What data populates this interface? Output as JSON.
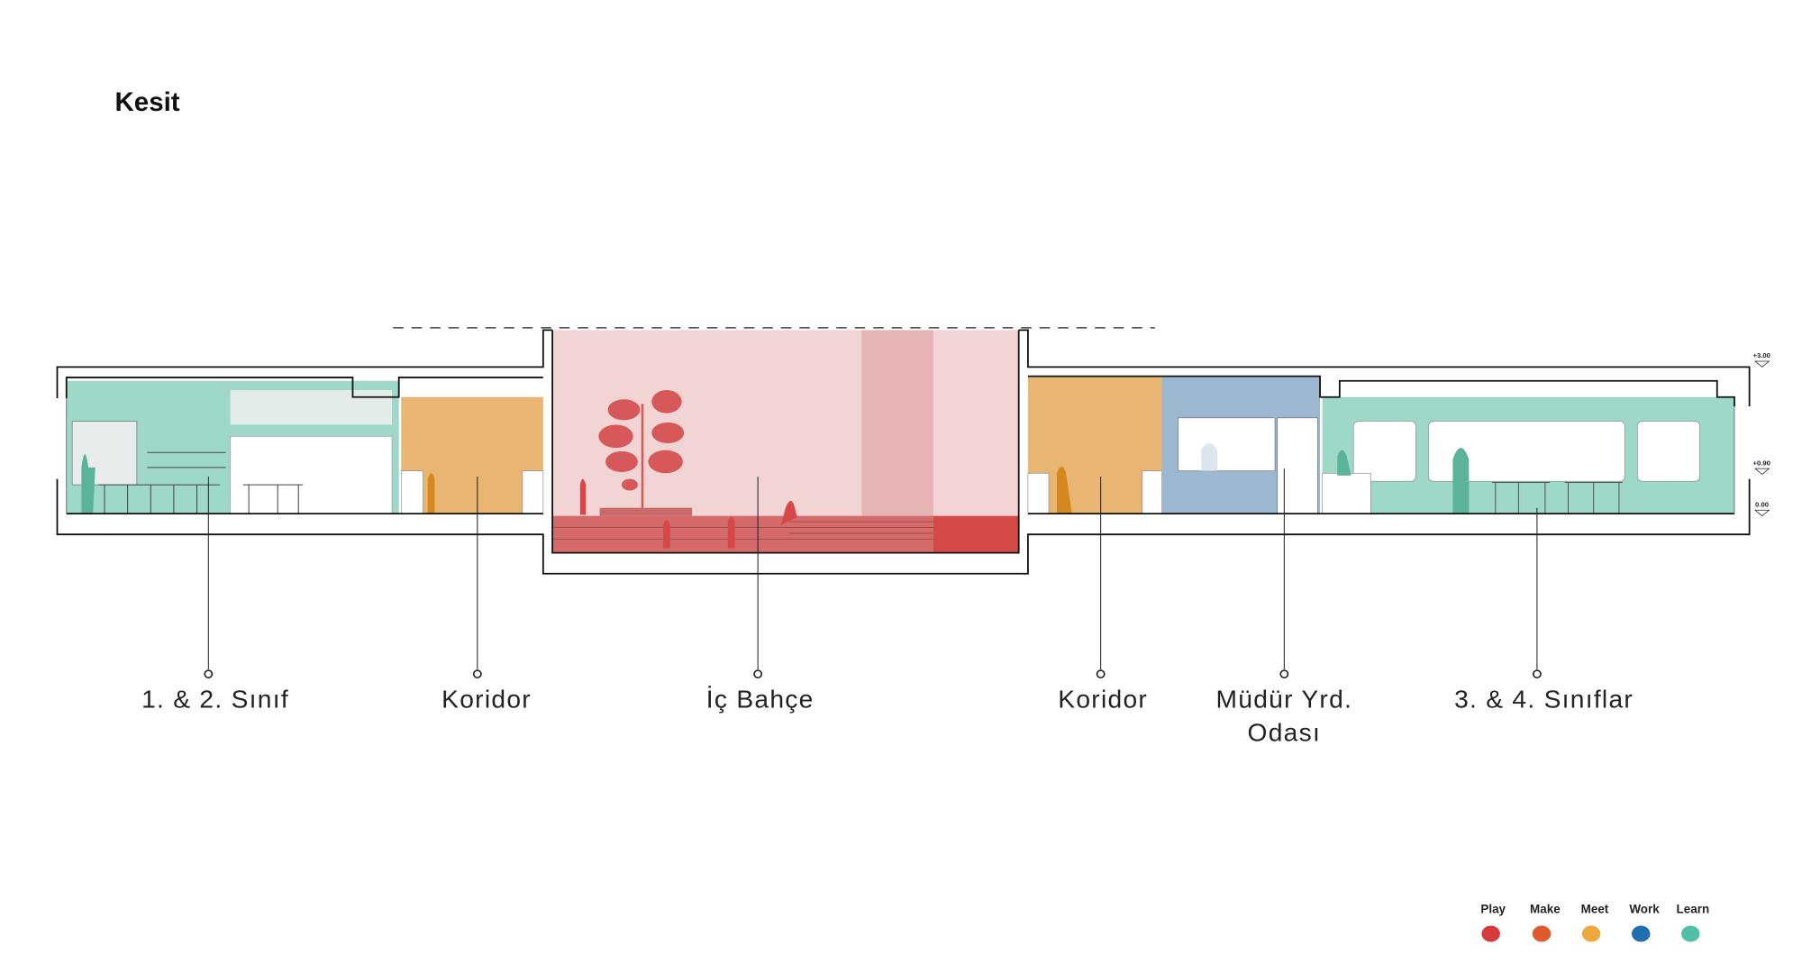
{
  "title": "Kesit",
  "spaces": [
    {
      "label": "1. & 2. Sınıf",
      "category": "Learn"
    },
    {
      "label": "Koridor",
      "category": "Meet"
    },
    {
      "label": "İç Bahçe",
      "category": "Play"
    },
    {
      "label": "Koridor",
      "category": "Meet"
    },
    {
      "label_line1": "Müdür Yrd.",
      "label_line2": "Odası",
      "category": "Work"
    },
    {
      "label": "3. & 4. Sınıflar",
      "category": "Learn"
    }
  ],
  "levels": [
    "+3.00",
    "+0.90",
    "0.00"
  ],
  "legend": [
    {
      "label": "Play",
      "color": "#d63a3a"
    },
    {
      "label": "Make",
      "color": "#e05a2e"
    },
    {
      "label": "Meet",
      "color": "#eda840"
    },
    {
      "label": "Work",
      "color": "#1f6fb2"
    },
    {
      "label": "Learn",
      "color": "#4fbfa5"
    }
  ]
}
